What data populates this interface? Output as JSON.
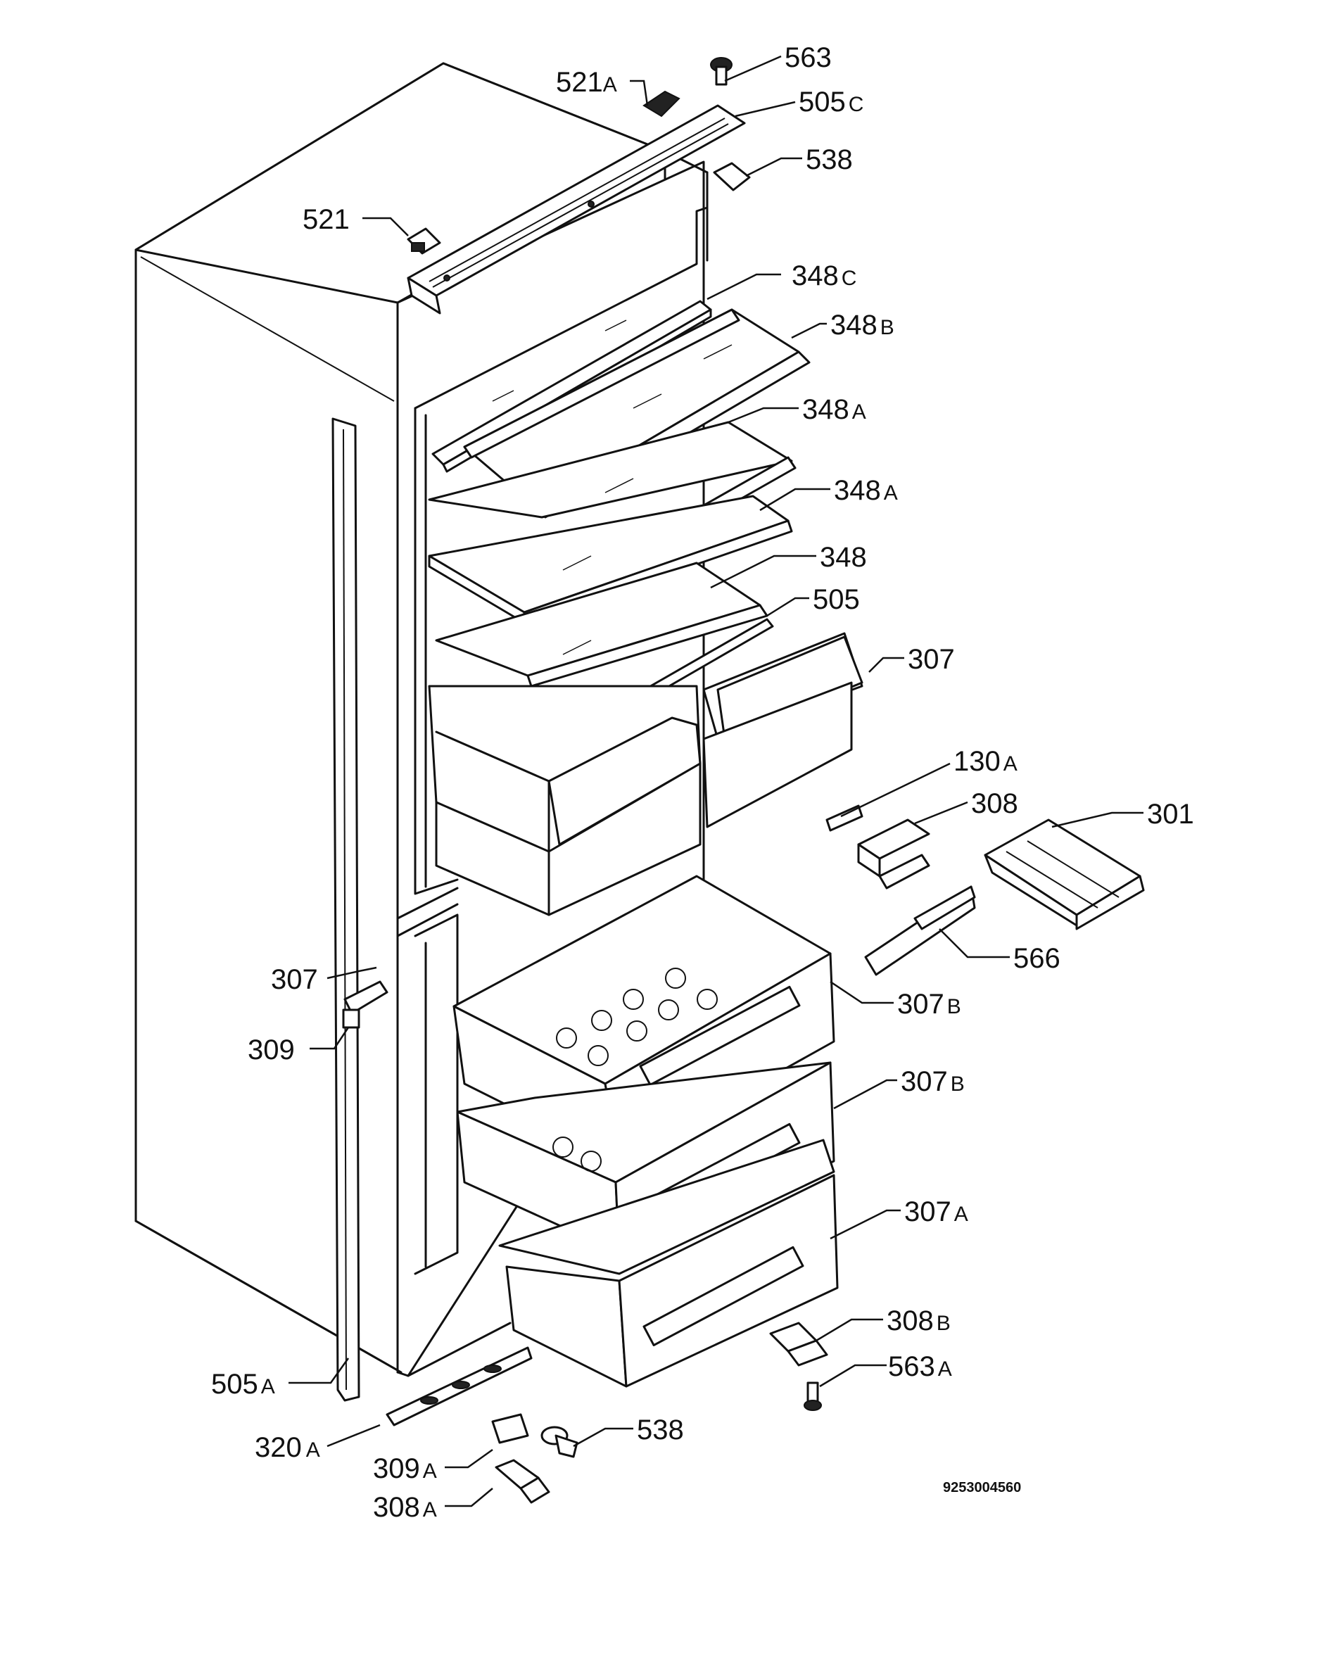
{
  "diagram": {
    "reference_code": "9253004560",
    "parts": [
      {
        "id": "p563",
        "num": "563",
        "suffix": ""
      },
      {
        "id": "p521A",
        "num": "521",
        "suffix": "A"
      },
      {
        "id": "p505C",
        "num": "505",
        "suffix": "C"
      },
      {
        "id": "p538_top",
        "num": "538",
        "suffix": ""
      },
      {
        "id": "p521",
        "num": "521",
        "suffix": ""
      },
      {
        "id": "p348C",
        "num": "348",
        "suffix": "C"
      },
      {
        "id": "p348B",
        "num": "348",
        "suffix": "B"
      },
      {
        "id": "p348A_1",
        "num": "348",
        "suffix": "A"
      },
      {
        "id": "p348A_2",
        "num": "348",
        "suffix": "A"
      },
      {
        "id": "p348",
        "num": "348",
        "suffix": ""
      },
      {
        "id": "p505",
        "num": "505",
        "suffix": ""
      },
      {
        "id": "p307_right",
        "num": "307",
        "suffix": ""
      },
      {
        "id": "p130A",
        "num": "130",
        "suffix": "A"
      },
      {
        "id": "p308",
        "num": "308",
        "suffix": ""
      },
      {
        "id": "p301",
        "num": "301",
        "suffix": ""
      },
      {
        "id": "p566",
        "num": "566",
        "suffix": ""
      },
      {
        "id": "p307_left",
        "num": "307",
        "suffix": ""
      },
      {
        "id": "p307B_1",
        "num": "307",
        "suffix": "B"
      },
      {
        "id": "p309",
        "num": "309",
        "suffix": ""
      },
      {
        "id": "p307B_2",
        "num": "307",
        "suffix": "B"
      },
      {
        "id": "p307A",
        "num": "307",
        "suffix": "A"
      },
      {
        "id": "p308B",
        "num": "308",
        "suffix": "B"
      },
      {
        "id": "p563A",
        "num": "563",
        "suffix": "A"
      },
      {
        "id": "p505A",
        "num": "505",
        "suffix": "A"
      },
      {
        "id": "p320A",
        "num": "320",
        "suffix": "A"
      },
      {
        "id": "p538_bottom",
        "num": "538",
        "suffix": ""
      },
      {
        "id": "p309A",
        "num": "309",
        "suffix": "A"
      },
      {
        "id": "p308A",
        "num": "308",
        "suffix": "A"
      }
    ]
  }
}
